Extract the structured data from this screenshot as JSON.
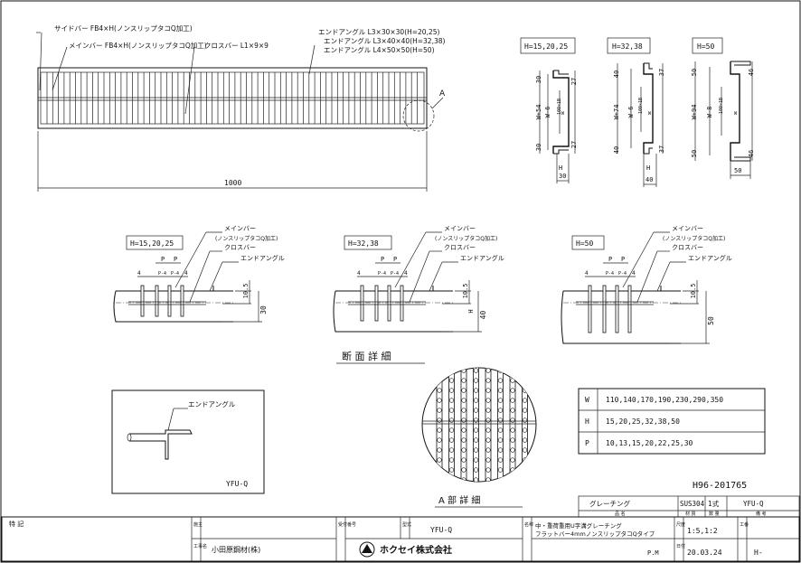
{
  "plan": {
    "label_side_bar": "サイドバー FB4×H(ノンスリップタコQ加工)",
    "label_main_bar": "メインバー FB4×H(ノンスリップタコQ加工)",
    "label_cross_bar": "クロスバー L1×9×9",
    "end_angle_lines": [
      "エンドアングル L3×30×30(H=20,25)",
      "エンドアングル L3×40×40(H=32,38)",
      "エンドアングル L4×50×50(H=50)"
    ],
    "detail_marker": "A",
    "length_dim": "1000"
  },
  "end_views": [
    {
      "title": "H=15,20,25",
      "w_total": "W+54",
      "w_inner": "W-6",
      "dim_top": "30",
      "dim_bottom": "30",
      "right_top": "27",
      "right_bottom": "27",
      "h_label": "H",
      "bottom_dim": "30",
      "vertical_text": "100×1B",
      "mark": "W"
    },
    {
      "title": "H=32,38",
      "w_total": "W+74",
      "w_inner": "W-6",
      "dim_top": "40",
      "dim_bottom": "40",
      "right_top": "37",
      "right_bottom": "37",
      "h_label": "H",
      "bottom_dim": "40",
      "vertical_text": "100×1B",
      "mark": "W"
    },
    {
      "title": "H=50",
      "w_total": "W+94",
      "w_inner": "W-8",
      "dim_top": "50",
      "dim_bottom": "50",
      "right_top": "46",
      "right_bottom": "46",
      "h_label": "",
      "bottom_dim": "50",
      "vertical_text": "100×1B",
      "mark": "W"
    }
  ],
  "sections": [
    {
      "title": "H=15,20,25",
      "p": "P",
      "four": "4",
      "p4": "P-4",
      "dim_10_5": "10.5",
      "dim_h": "30",
      "h": "",
      "main_bar_label": "メインバー",
      "main_bar_note": "(ノンスリップタコQ加工)",
      "cross_bar_label": "クロスバー",
      "end_angle_label": "エンドアングル"
    },
    {
      "title": "H=32,38",
      "p": "P",
      "four": "4",
      "p4": "P-4",
      "dim_10_5": "10.5",
      "dim_h": "40",
      "h": "H",
      "main_bar_label": "メインバー",
      "main_bar_note": "(ノンスリップタコQ加工)",
      "cross_bar_label": "クロスバー",
      "end_angle_label": "エンドアングル"
    },
    {
      "title": "H=50",
      "p": "P",
      "four": "4",
      "p4": "P-4",
      "dim_10_5": "10.5",
      "dim_h": "50",
      "h": "",
      "main_bar_label": "メインバー",
      "main_bar_note": "(ノンスリップタコQ加工)",
      "cross_bar_label": "クロスバー",
      "end_angle_label": "エンドアングル"
    }
  ],
  "section_caption": "断 面 詳 細",
  "angle_detail": {
    "label": "エンドアングル",
    "code": "YFU-Q"
  },
  "detail_a_caption": "A 部 詳 細",
  "spec_table": [
    {
      "key": "W",
      "value": "110,140,170,190,230,290,350"
    },
    {
      "key": "H",
      "value": "15,20,25,32,38,50"
    },
    {
      "key": "P",
      "value": "10,13,15,20,22,25,30"
    }
  ],
  "drawing_number": "H96-201765",
  "title_block": {
    "product": "グレーチング",
    "material": "SUS304",
    "quantity": "1式",
    "model_top": "YFU-Q",
    "col_name": "品 名",
    "col_material": "材 質",
    "col_qty": "数 量",
    "col_remarks": "備 考",
    "note_label": "特 記",
    "customer_label": "施主",
    "site_label": "工事名",
    "customer": "小田原鋼材(株)",
    "drawn_label": "受付番号",
    "model_label": "型式",
    "model": "YFU-Q",
    "desc_label": "名称",
    "desc_line1": "中・重荷重用U字溝グレーチング",
    "desc_line2": "フラットバー4mmノンスリップタコQタイプ",
    "scale_label": "尺度",
    "scale": "1:5,1:2",
    "date_label": "日付",
    "date": "20.03.24",
    "pm": "P.M",
    "work_label": "工番",
    "work_no": "H-",
    "company": "ホクセイ株式会社"
  }
}
